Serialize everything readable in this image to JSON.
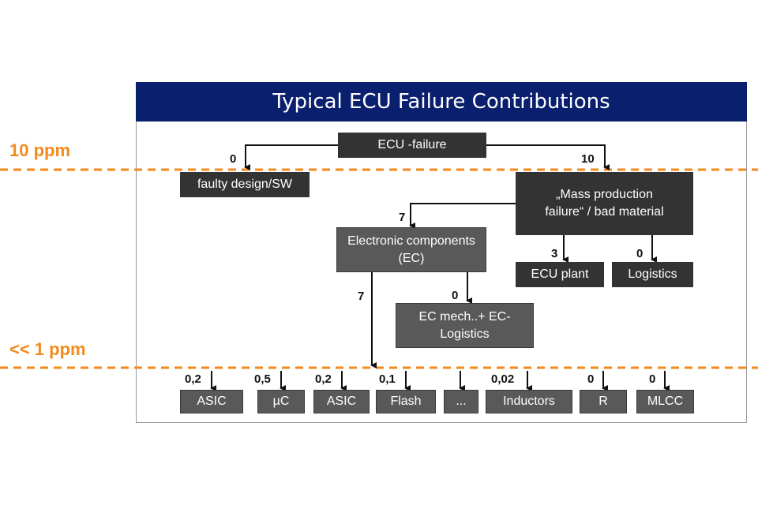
{
  "title": "Typical ECU Failure Contributions",
  "levels": {
    "top": "10 ppm",
    "bottom": "<< 1 ppm"
  },
  "nodes": {
    "ecu_failure": "ECU -failure",
    "faulty_design": "faulty design/SW",
    "mass_production": "„Mass production failure“ / bad material",
    "electronic_components": "Electronic components (EC)",
    "ecu_plant": "ECU plant",
    "logistics": "Logistics",
    "ec_mech": "EC mech..+ EC-Logistics"
  },
  "values": {
    "faulty_design": "0",
    "mass_production": "10",
    "electronic_components": "7",
    "ecu_plant": "3",
    "logistics": "0",
    "ec_mech": "0",
    "ec_down": "7"
  },
  "components": [
    {
      "label": "ASIC",
      "value": "0,2"
    },
    {
      "label": "µC",
      "value": "0,5"
    },
    {
      "label": "ASIC",
      "value": "0,2"
    },
    {
      "label": "Flash",
      "value": "0,1"
    },
    {
      "label": "...",
      "value": ""
    },
    {
      "label": "Inductors",
      "value": "0,02"
    },
    {
      "label": "R",
      "value": "0"
    },
    {
      "label": "MLCC",
      "value": "0"
    }
  ],
  "colors": {
    "title_bg": "#0a1f6e",
    "accent_orange": "#f28a1c",
    "box_dark": "#333333",
    "box_mid": "#595959"
  }
}
